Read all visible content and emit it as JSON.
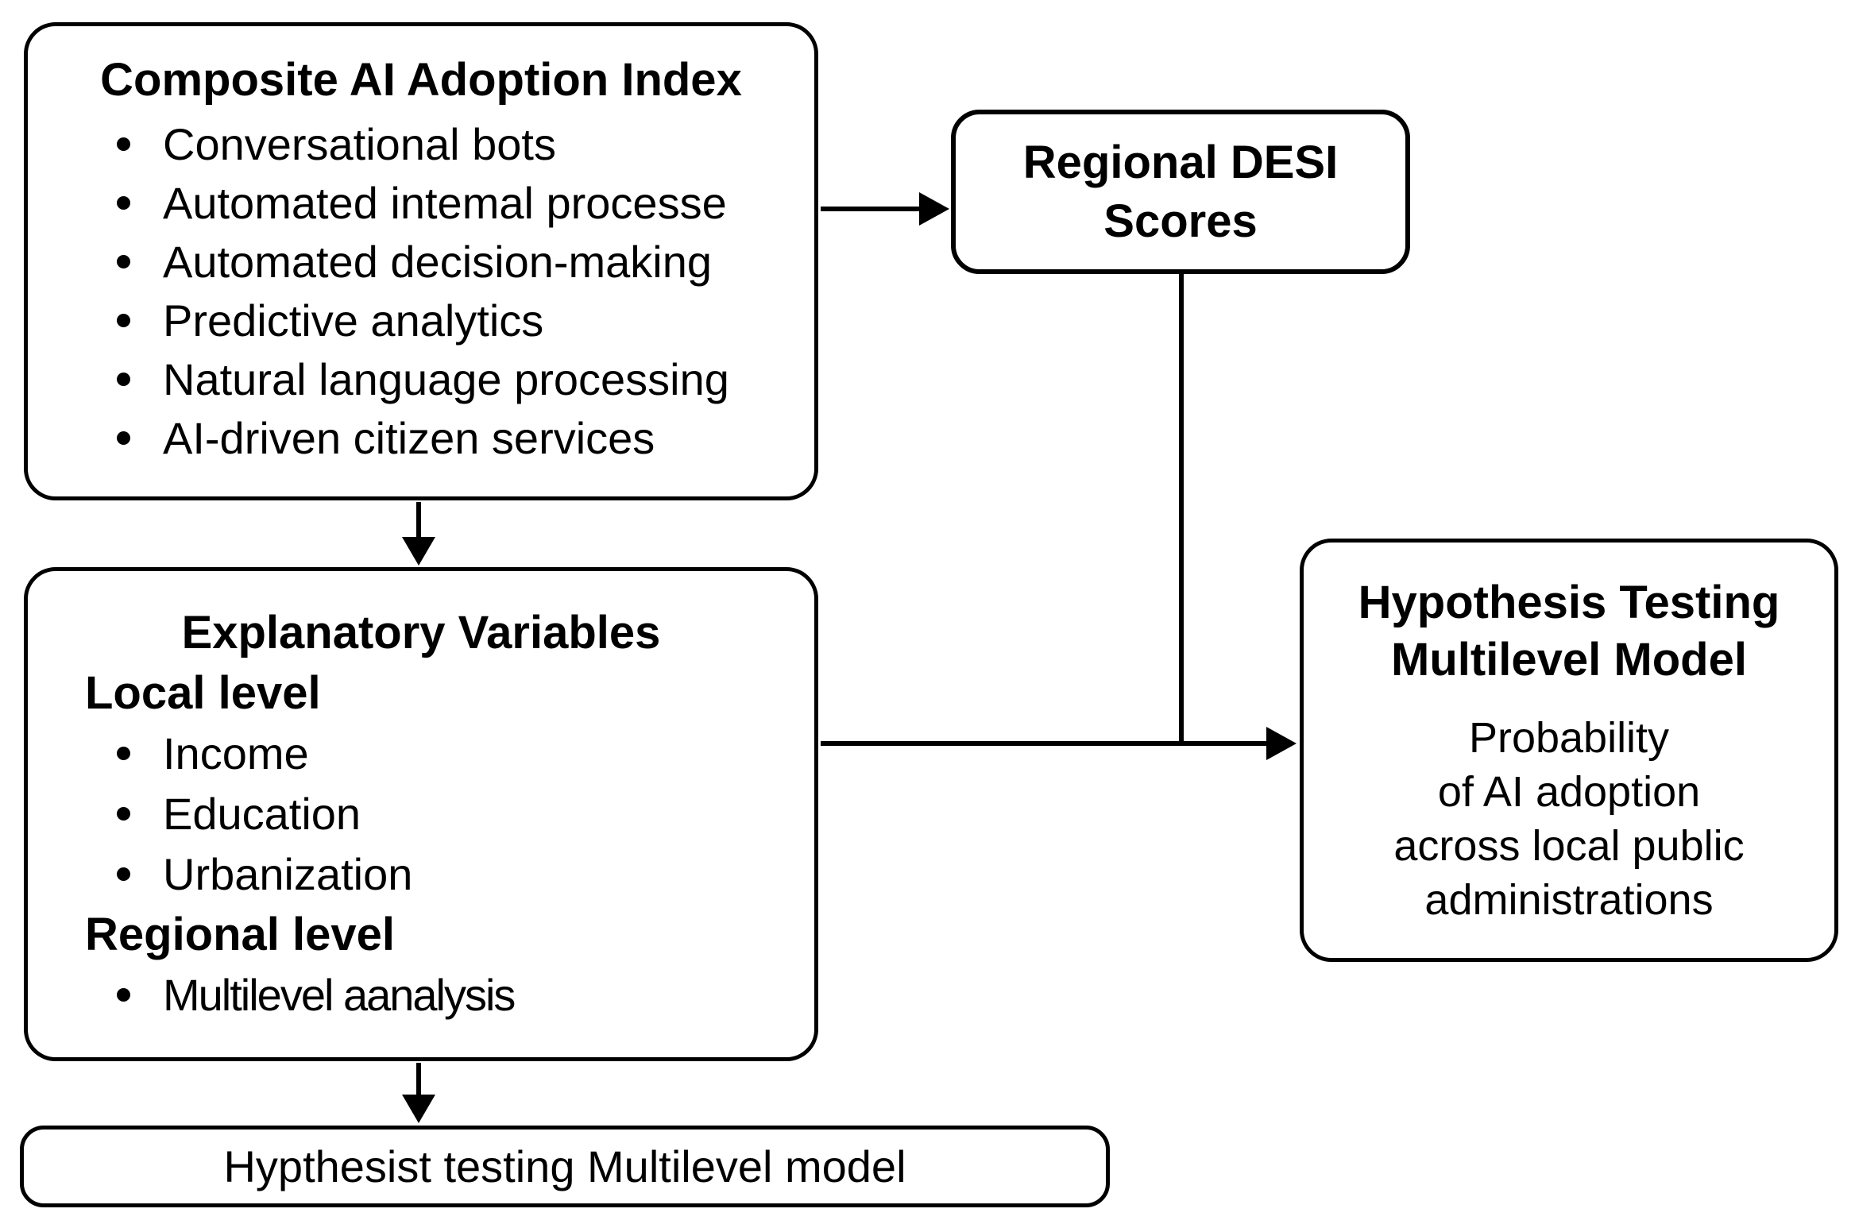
{
  "diagram": {
    "composite_box": {
      "title": "Composite AI Adoption Index",
      "items": [
        "Conversational bots",
        "Automated intemal processe",
        "Automated decision-making",
        "Predictive analytics",
        "Natural language processing",
        "AI-driven citizen services"
      ]
    },
    "desi_box": {
      "line1": "Regional DESI",
      "line2": "Scores"
    },
    "explanatory_box": {
      "title": "Explanatory Variables",
      "local_heading": "Local level",
      "local_items": [
        "Income",
        "Education",
        "Urbanization"
      ],
      "regional_heading": "Regional level",
      "regional_items": [
        "Multilevel aanalysis"
      ]
    },
    "hypothesis_box": {
      "title_line1": "Hypothesis Testing",
      "title_line2": "Multilevel Model",
      "body_lines": [
        "Probability",
        "of AI adoption",
        "across local public",
        "administrations"
      ]
    },
    "bottom_box": {
      "label": "Hypthesist testing Multilevel model"
    },
    "colors": {
      "line": "#000000",
      "background": "#ffffff",
      "text": "#000000"
    }
  }
}
